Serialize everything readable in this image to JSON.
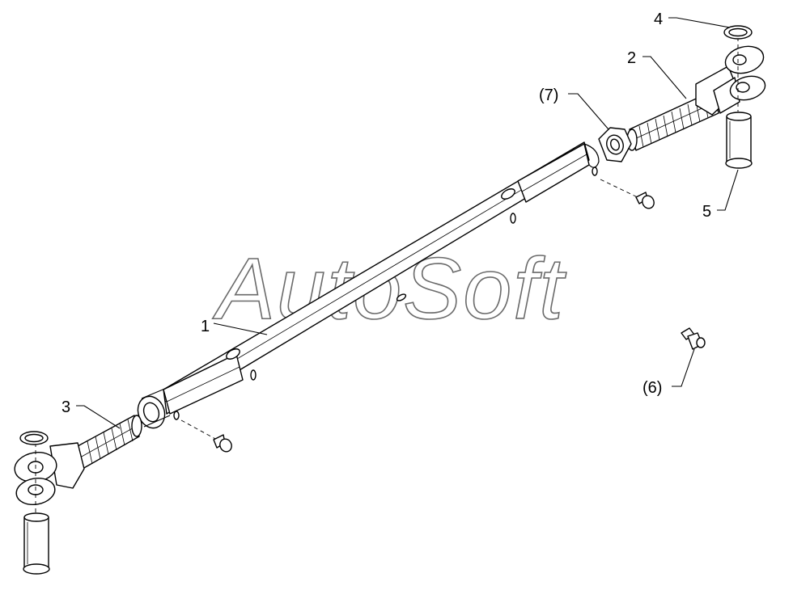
{
  "watermark": "AutoSoft",
  "callouts": [
    {
      "id": "c1",
      "label": "1"
    },
    {
      "id": "c2",
      "label": "2"
    },
    {
      "id": "c3",
      "label": "3"
    },
    {
      "id": "c4",
      "label": "4"
    },
    {
      "id": "c5",
      "label": "5"
    },
    {
      "id": "c6",
      "label": "(6)"
    },
    {
      "id": "c7",
      "label": "(7)"
    }
  ]
}
